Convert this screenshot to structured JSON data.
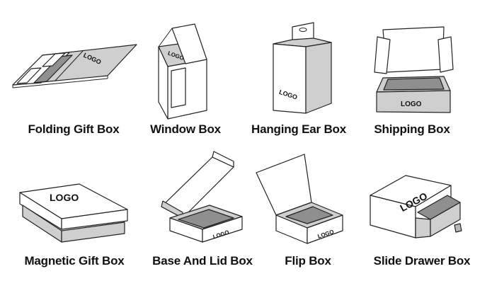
{
  "logo_text": "LOGO",
  "boxes": [
    {
      "label": "Folding Gift Box"
    },
    {
      "label": "Window Box"
    },
    {
      "label": "Hanging Ear Box"
    },
    {
      "label": "Shipping Box"
    },
    {
      "label": "Magnetic Gift Box"
    },
    {
      "label": "Base And Lid Box"
    },
    {
      "label": "Flip Box"
    },
    {
      "label": "Slide Drawer Box"
    }
  ]
}
